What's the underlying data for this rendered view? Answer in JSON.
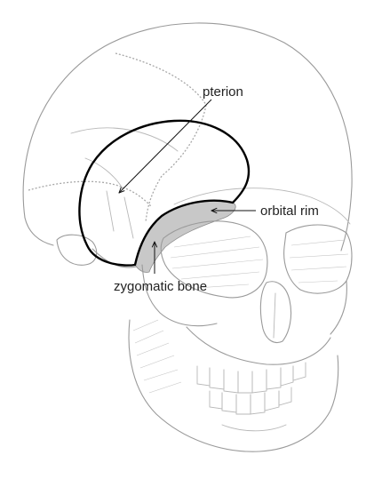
{
  "labels": {
    "pterion": "pterion",
    "orbital_rim": "orbital rim",
    "zygomatic_bone": "zygomatic bone"
  },
  "colors": {
    "background": "#ffffff",
    "sketch_line": "#9a9a9a",
    "highlight_fill": "#c8c8c8",
    "outline": "#000000"
  }
}
